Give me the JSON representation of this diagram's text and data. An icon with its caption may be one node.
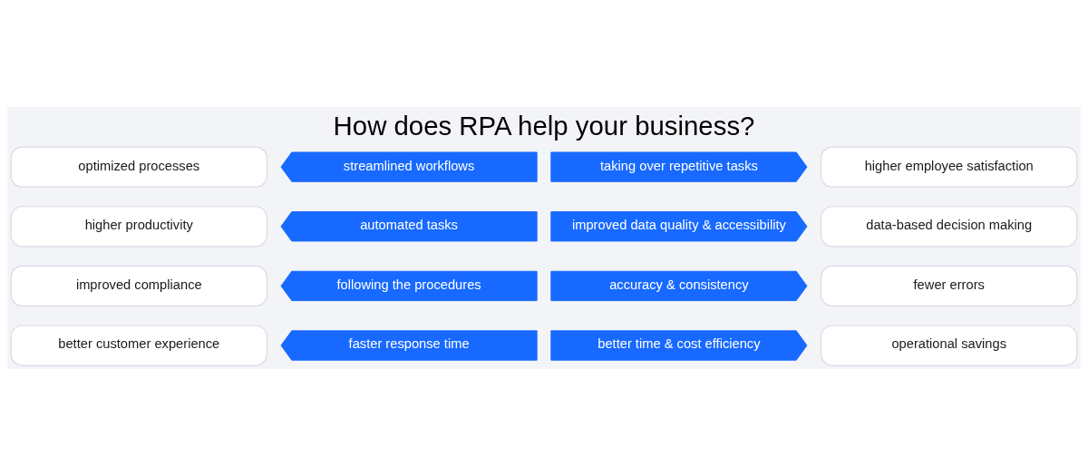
{
  "diagram": {
    "title": "How does RPA help your business?",
    "nodes": [
      {
        "text": [
          "optimized processes"
        ]
      },
      {
        "text": [
          "streamlined workflows"
        ]
      },
      {
        "text": [
          "taking over repetitive tasks"
        ]
      },
      {
        "text": [
          "higher employee satisfaction"
        ]
      },
      {
        "text": [
          "higher productivity"
        ]
      },
      {
        "text": [
          "automated tasks"
        ]
      },
      {
        "text": [
          "improved data quality & accessibility"
        ]
      },
      {
        "text": [
          "data-based decision making"
        ]
      },
      {
        "text": [
          "improved compliance"
        ]
      },
      {
        "text": [
          "following the procedures"
        ]
      },
      {
        "text": [
          "accuracy & consistency"
        ]
      },
      {
        "text": [
          "fewer errors"
        ]
      },
      {
        "text": [
          "better customer experience"
        ]
      },
      {
        "text": [
          "faster response time"
        ]
      },
      {
        "text": [
          "better time & cost efficiency"
        ]
      },
      {
        "text": [
          "operational savings"
        ]
      }
    ]
  }
}
